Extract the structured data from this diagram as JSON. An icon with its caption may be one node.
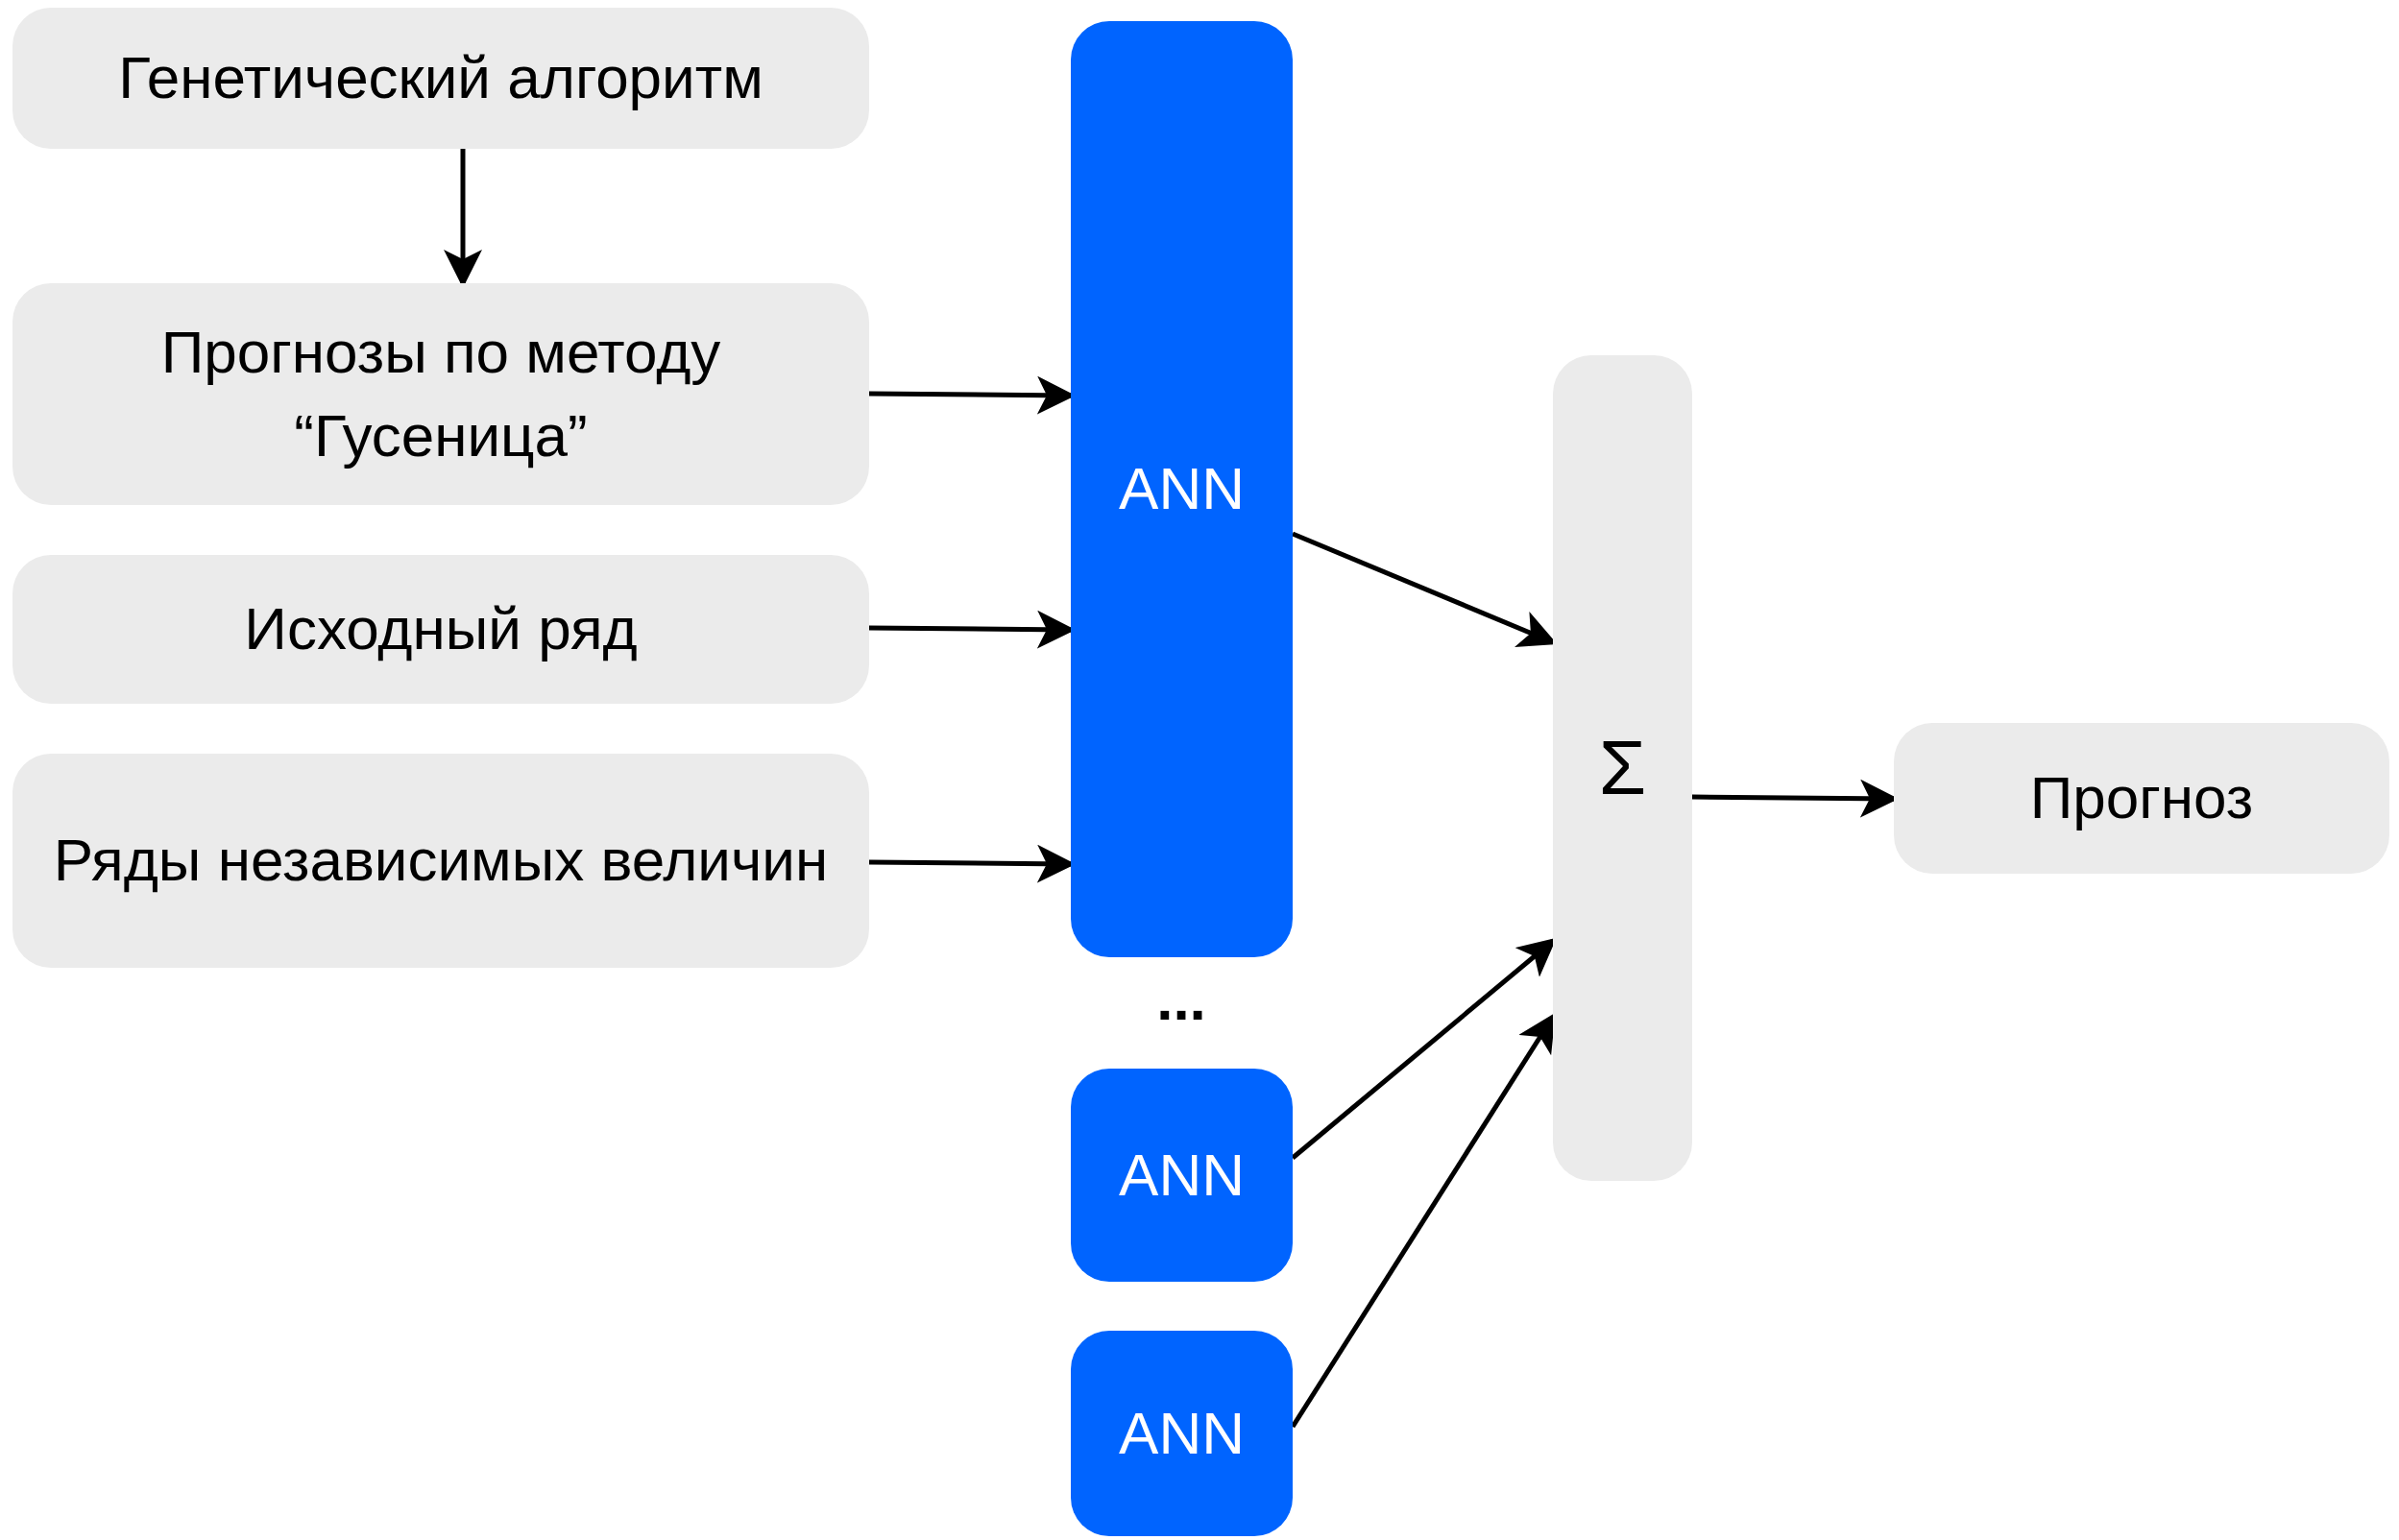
{
  "diagram": {
    "nodes": [
      {
        "text": [
          "Генетический алгоритм"
        ]
      },
      {
        "text": [
          "Прогнозы по методу “Гусеница”"
        ]
      },
      {
        "text": [
          "Исходный ряд"
        ]
      },
      {
        "text": [
          "Ряды независимых величин"
        ]
      },
      {
        "text": [
          "ANN"
        ]
      },
      {
        "text": [
          "ANN"
        ]
      },
      {
        "text": [
          "ANN"
        ]
      },
      {
        "text": [
          "Σ"
        ]
      },
      {
        "text": [
          "Прогноз"
        ]
      }
    ],
    "edges": [
      {
        "from": 0,
        "to": 1,
        "arrow": "to"
      },
      {
        "from": 1,
        "to": 4,
        "arrow": "to"
      },
      {
        "from": 2,
        "to": 4,
        "arrow": "to"
      },
      {
        "from": 3,
        "to": 4,
        "arrow": "to"
      },
      {
        "from": 4,
        "to": 7,
        "arrow": "to"
      },
      {
        "from": 5,
        "to": 7,
        "arrow": "to"
      },
      {
        "from": 6,
        "to": 7,
        "arrow": "to"
      },
      {
        "from": 7,
        "to": 8,
        "arrow": "to"
      }
    ],
    "labels": [
      "..."
    ]
  }
}
